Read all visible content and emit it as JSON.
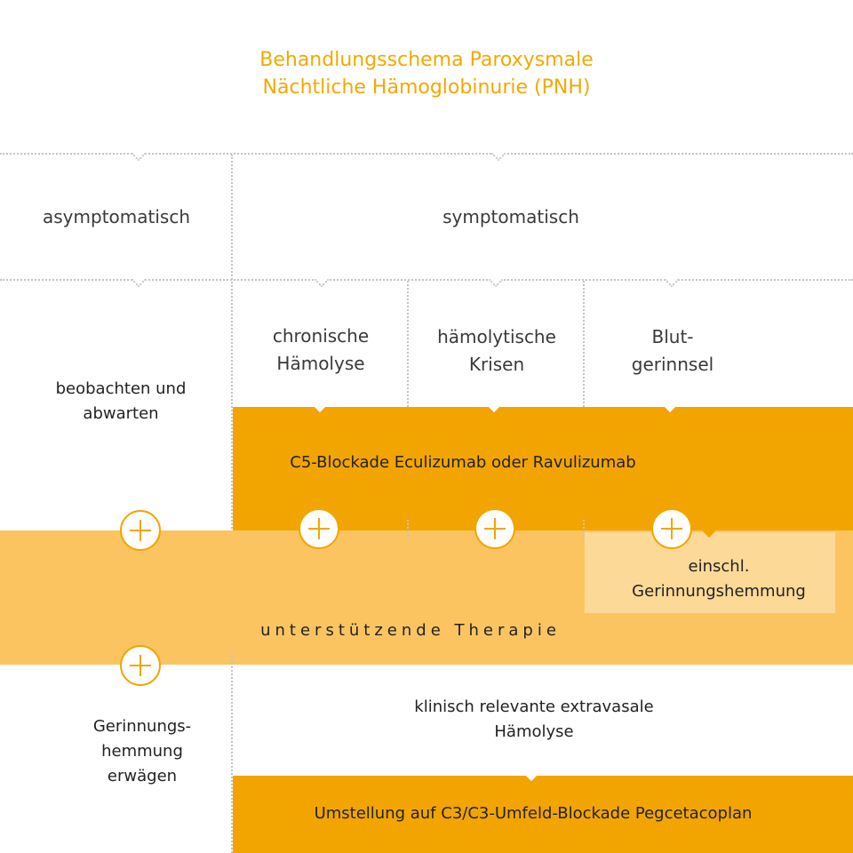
{
  "title": {
    "line1": "Behandlungsschema Paroxysmale",
    "line2": "Nächtliche Hämoglobinurie (PNH)"
  },
  "level1": {
    "asymptomatic": "asymptomatisch",
    "symptomatic": "symptomatisch"
  },
  "level2": {
    "chronic": {
      "line1": "chronische",
      "line2": "Hämolyse"
    },
    "crises": {
      "line1": "hämolytische",
      "line2": "Krisen"
    },
    "clots": {
      "line1": "Blut-",
      "line2": "gerinnsel"
    }
  },
  "observe": {
    "line1": "beobachten und",
    "line2": "abwarten"
  },
  "c5_blockade": "C5-Blockade Eculizumab oder Ravulizumab",
  "anticoag_incl": {
    "line1": "einschl.",
    "line2": "Gerinnungshemmung"
  },
  "supportive": "unterstützende Therapie",
  "consider_anticoag": {
    "line1": "Gerinnungs-",
    "line2": "hemmung",
    "line3": "erwägen"
  },
  "extravascular": {
    "line1": "klinisch relevante extravasale",
    "line2": "Hämolyse"
  },
  "switch": "Umstellung auf C3/C3-Umfeld-Blockade Pegcetacoplan",
  "colors": {
    "accent": "#f2a900",
    "dark_box": "#f2a500",
    "light_box": "#fbc461",
    "pale_box": "#fdd998",
    "dotted_line": "#c4c4c4"
  },
  "icons": [
    "plus-icon"
  ]
}
